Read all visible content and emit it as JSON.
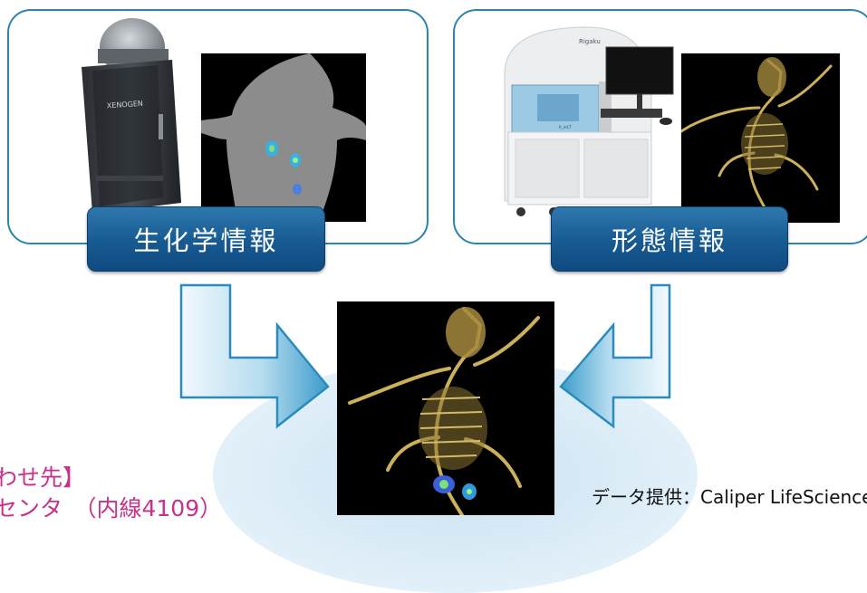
{
  "left_panel": {
    "instrument_brand": "XENOGEN",
    "label": "生化学情報"
  },
  "right_panel": {
    "instrument_brand": "Rigaku",
    "instrument_model": "R_mCT",
    "label": "形態情報"
  },
  "contact": {
    "line1": "わせ先】",
    "line2": "センタ　（内線4109）"
  },
  "credit": "データ提供：Caliper LifeSciences"
}
